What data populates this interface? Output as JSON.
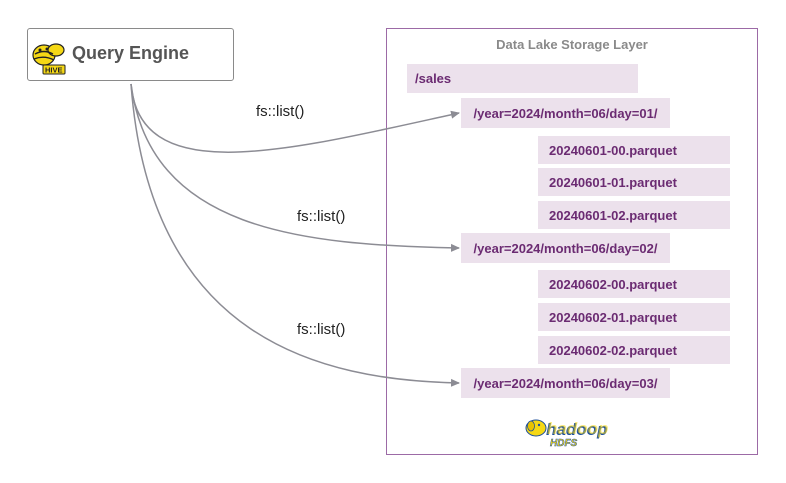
{
  "query_engine": {
    "title": "Query Engine",
    "logo": "hive-bee-logo"
  },
  "storage": {
    "title": "Data Lake Storage Layer",
    "root": "/sales",
    "logo": "hadoop-hdfs-logo",
    "partitions": [
      {
        "path": "/year=2024/month=06/day=01/",
        "edge_label": "fs::list()",
        "files": [
          "20240601-00.parquet",
          "20240601-01.parquet",
          "20240601-02.parquet"
        ]
      },
      {
        "path": "/year=2024/month=06/day=02/",
        "edge_label": "fs::list()",
        "files": [
          "20240602-00.parquet",
          "20240602-01.parquet",
          "20240602-02.parquet"
        ]
      },
      {
        "path": "/year=2024/month=06/day=03/",
        "edge_label": "fs::list()",
        "files": []
      }
    ]
  },
  "colors": {
    "chip_fill": "#ece1ec",
    "chip_text": "#6b2b72",
    "storage_border": "#9c6aa6",
    "edge": "#8c8c94"
  }
}
